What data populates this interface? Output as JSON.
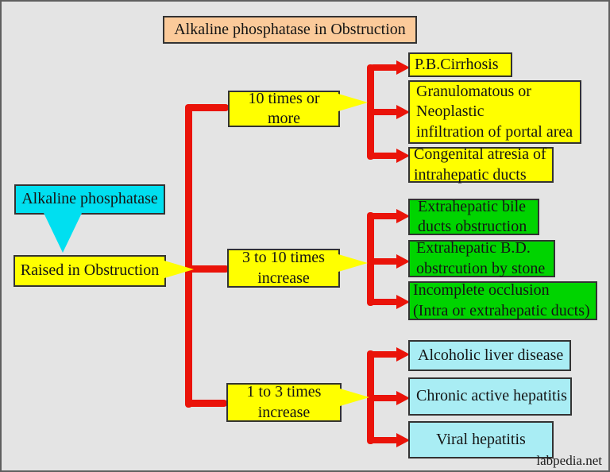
{
  "title": "Alkaline phosphatase in Obstruction",
  "watermark": "labpedia.net",
  "colors": {
    "background": "#e4e4e4",
    "frame-border": "#5f5f5f",
    "box-border": "#333333",
    "title-bg": "#fbca9a",
    "yellow": "#ffff00",
    "cyan": "#00dff0",
    "green": "#00d400",
    "pale-cyan": "#a9edf4",
    "red": "#ea1309",
    "text": "#151515"
  },
  "diagram": {
    "source_label": "Alkaline phosphatase",
    "result_label": "Raised in Obstruction",
    "levels": [
      {
        "label": "10 times or more",
        "causes": [
          "P.B.Cirrhosis",
          "Granulomatous or\nNeoplastic\ninfiltration of portal area",
          "Congenital atresia of\nintrahepatic ducts"
        ]
      },
      {
        "label": "3 to 10 times\nincrease",
        "causes": [
          "Extrahepatic bile\nducts obstruction",
          "Extrahepatic B.D.\nobstrcution by stone",
          "Incomplete occlusion\n(Intra or extrahepatic ducts)"
        ]
      },
      {
        "label": "1 to 3 times\nincrease",
        "causes": [
          "Alcoholic liver disease",
          "Chronic active hepatitis",
          "Viral hepatitis"
        ]
      }
    ]
  }
}
